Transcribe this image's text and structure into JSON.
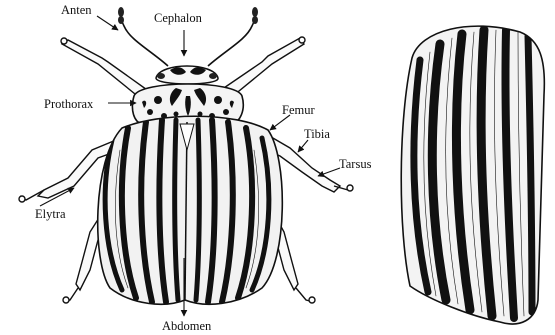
{
  "labels": {
    "antenna": "Anten",
    "cephalon": "Cephalon",
    "prothorax": "Prothorax",
    "femur": "Femur",
    "tibia": "Tibia",
    "tarsus": "Tarsus",
    "elytra": "Elytra",
    "abdomen": "Abdomen"
  },
  "colors": {
    "ink": "#111111",
    "paper": "#ffffff",
    "shell": "#f3f3f3"
  }
}
